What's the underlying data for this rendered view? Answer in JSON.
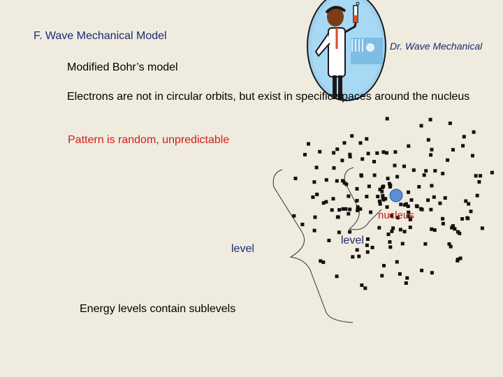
{
  "slide": {
    "title": "F. Wave Mechanical Model",
    "caption": "Dr. Wave Mechanical",
    "bullet_bohr": "Modified Bohr’s model",
    "bullet_electrons": "Electrons are not in circular orbits, but exist in specific spaces around the nucleus",
    "bullet_pattern": "Pattern is random, unpredictable",
    "label_level_outer": "level",
    "label_level_inner": "level",
    "label_nucleus": "nucleus",
    "bullet_sublevels": "Energy levels contain sublevels"
  },
  "colors": {
    "background": "#efebdf",
    "title_text": "#1b2a72",
    "accent_red": "#cc1f1a",
    "nucleus": "#5a8fd6",
    "electron": "#111111"
  },
  "icons": {
    "scientist": "scientist-clipart-icon",
    "nucleus": "nucleus-dot-icon",
    "electron": "electron-dot-icon"
  }
}
